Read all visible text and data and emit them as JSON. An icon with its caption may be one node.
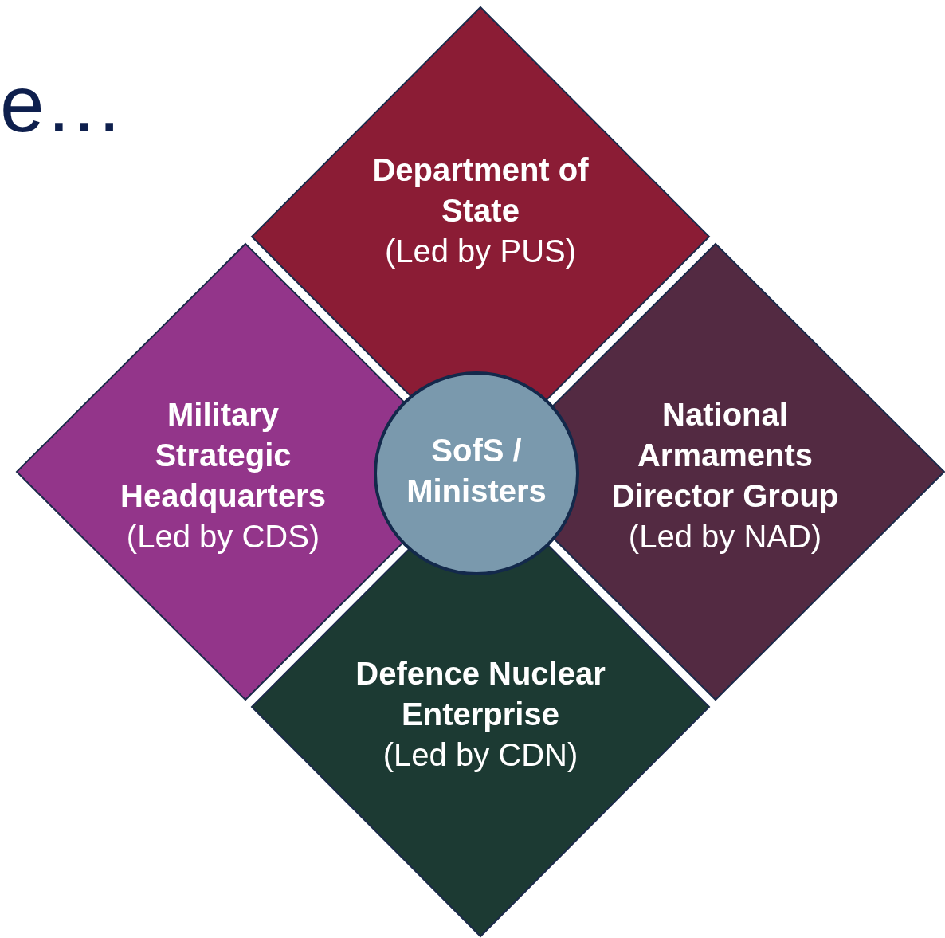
{
  "diagram": {
    "nodes": [
      {
        "text": [
          "Department of State",
          "(Led by PUS)"
        ]
      },
      {
        "text": [
          "Military Strategic Headquarters",
          "(Led by CDS)"
        ]
      },
      {
        "text": [
          "SofS / Ministers"
        ]
      },
      {
        "text": [
          "National Armaments Director Group",
          "(Led by NAD)"
        ]
      },
      {
        "text": [
          "Defence Nuclear Enterprise",
          "(Led by CDN)"
        ]
      }
    ],
    "edges": [],
    "labels": [
      "e…"
    ]
  }
}
